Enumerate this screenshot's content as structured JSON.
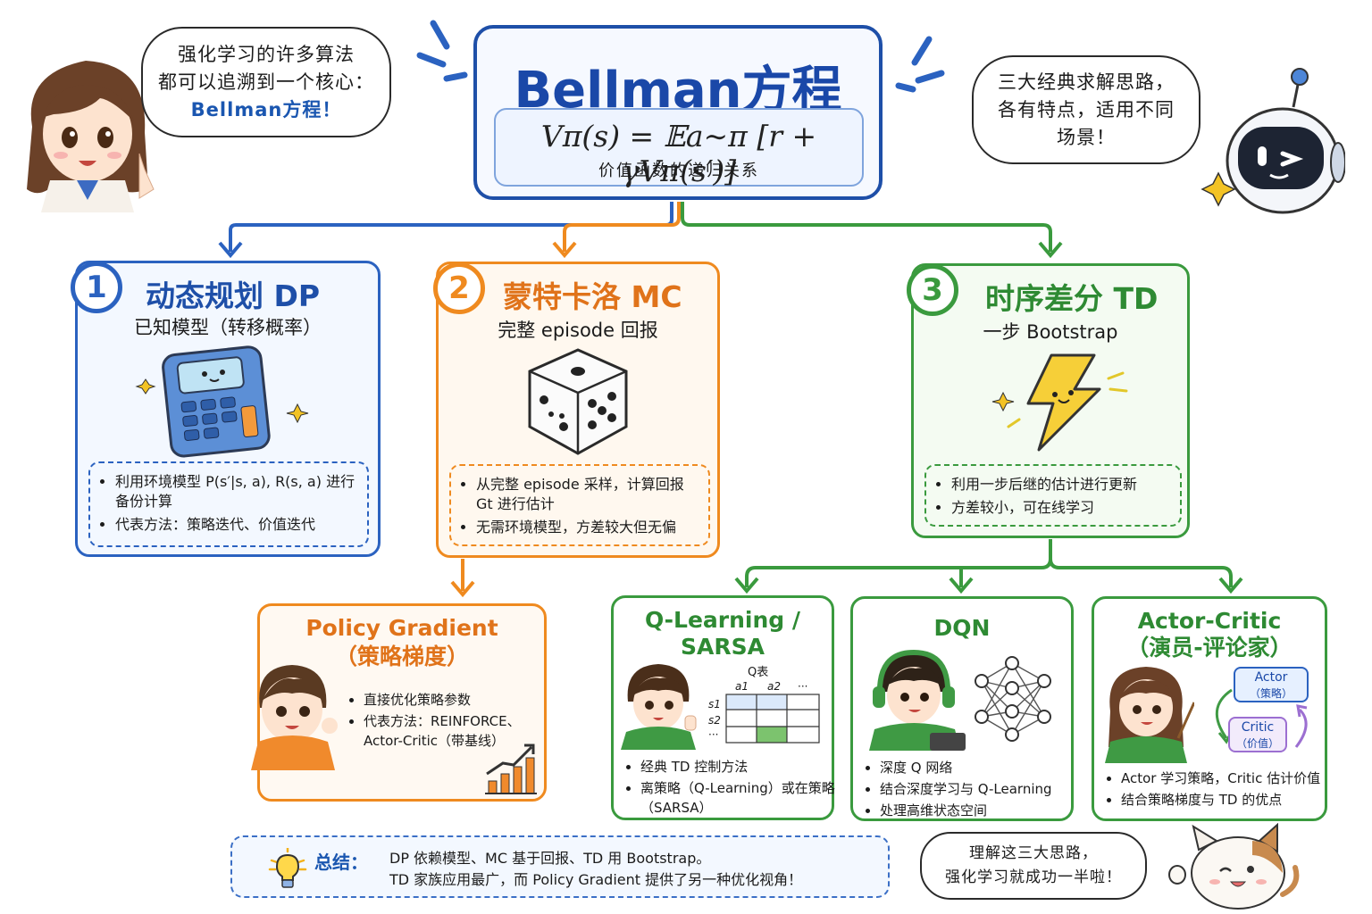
{
  "bubble_left": {
    "line1": "强化学习的许多算法",
    "line2": "都可以追溯到一个核心：",
    "line3": "Bellman方程！"
  },
  "bubble_right": {
    "line1": "三大经典求解思路，",
    "line2": "各有特点，适用不同",
    "line3": "场景！"
  },
  "bubble_cat": {
    "line1": "理解这三大思路，",
    "line2": "强化学习就成功一半啦！"
  },
  "title": {
    "text": "Bellman方程",
    "formula": "Vπ(s) = 𝔼a∼π [r + γVπ(s′)]",
    "caption": "价值函数的递归关系"
  },
  "dp": {
    "num": "1",
    "title": "动态规划 DP",
    "subtitle": "已知模型（转移概率）",
    "bullets": [
      "利用环境模型 P(s′|s, a), R(s, a) 进行备份计算",
      "代表方法：策略迭代、价值迭代"
    ]
  },
  "mc": {
    "num": "2",
    "title": "蒙特卡洛 MC",
    "subtitle": "完整 episode 回报",
    "bullets": [
      "从完整 episode 采样，计算回报 Gt 进行估计",
      "无需环境模型，方差较大但无偏"
    ]
  },
  "td": {
    "num": "3",
    "title": "时序差分 TD",
    "subtitle": "一步 Bootstrap",
    "bullets": [
      "利用一步后继的估计进行更新",
      "方差较小，可在线学习"
    ]
  },
  "pg": {
    "title1": "Policy Gradient",
    "title2": "（策略梯度）",
    "bullets": [
      "直接优化策略参数",
      "代表方法：REINFORCE、Actor-Critic（带基线）"
    ]
  },
  "ql": {
    "title1": "Q-Learning /",
    "title2": "SARSA",
    "table": {
      "label": "Q表",
      "cols": [
        "a1",
        "a2",
        "···"
      ],
      "rows": [
        "s1",
        "s2",
        "···"
      ]
    },
    "bullets": [
      "经典 TD 控制方法",
      "离策略（Q-Learning）或在策略（SARSA）"
    ]
  },
  "dqn": {
    "title1": "DQN",
    "bullets": [
      "深度 Q 网络",
      "结合深度学习与 Q-Learning",
      "处理高维状态空间"
    ]
  },
  "ac": {
    "title1": "Actor-Critic",
    "title2": "（演员-评论家）",
    "actor": "Actor",
    "actor_sub": "（策略）",
    "critic": "Critic",
    "critic_sub": "（价值）",
    "bullets": [
      "Actor 学习策略，Critic 估计价值",
      "结合策略梯度与 TD 的优点"
    ]
  },
  "summary": {
    "label": "总结：",
    "line1": "DP 依赖模型、MC 基于回报、TD 用 Bootstrap。",
    "line2": "TD 家族应用最广，而 Policy Gradient 提供了另一种优化视角！"
  },
  "colors": {
    "blue": "#2b62c0",
    "orange": "#ef8a1f",
    "green": "#3a9a3e",
    "title_blue": "#1a48a8"
  }
}
